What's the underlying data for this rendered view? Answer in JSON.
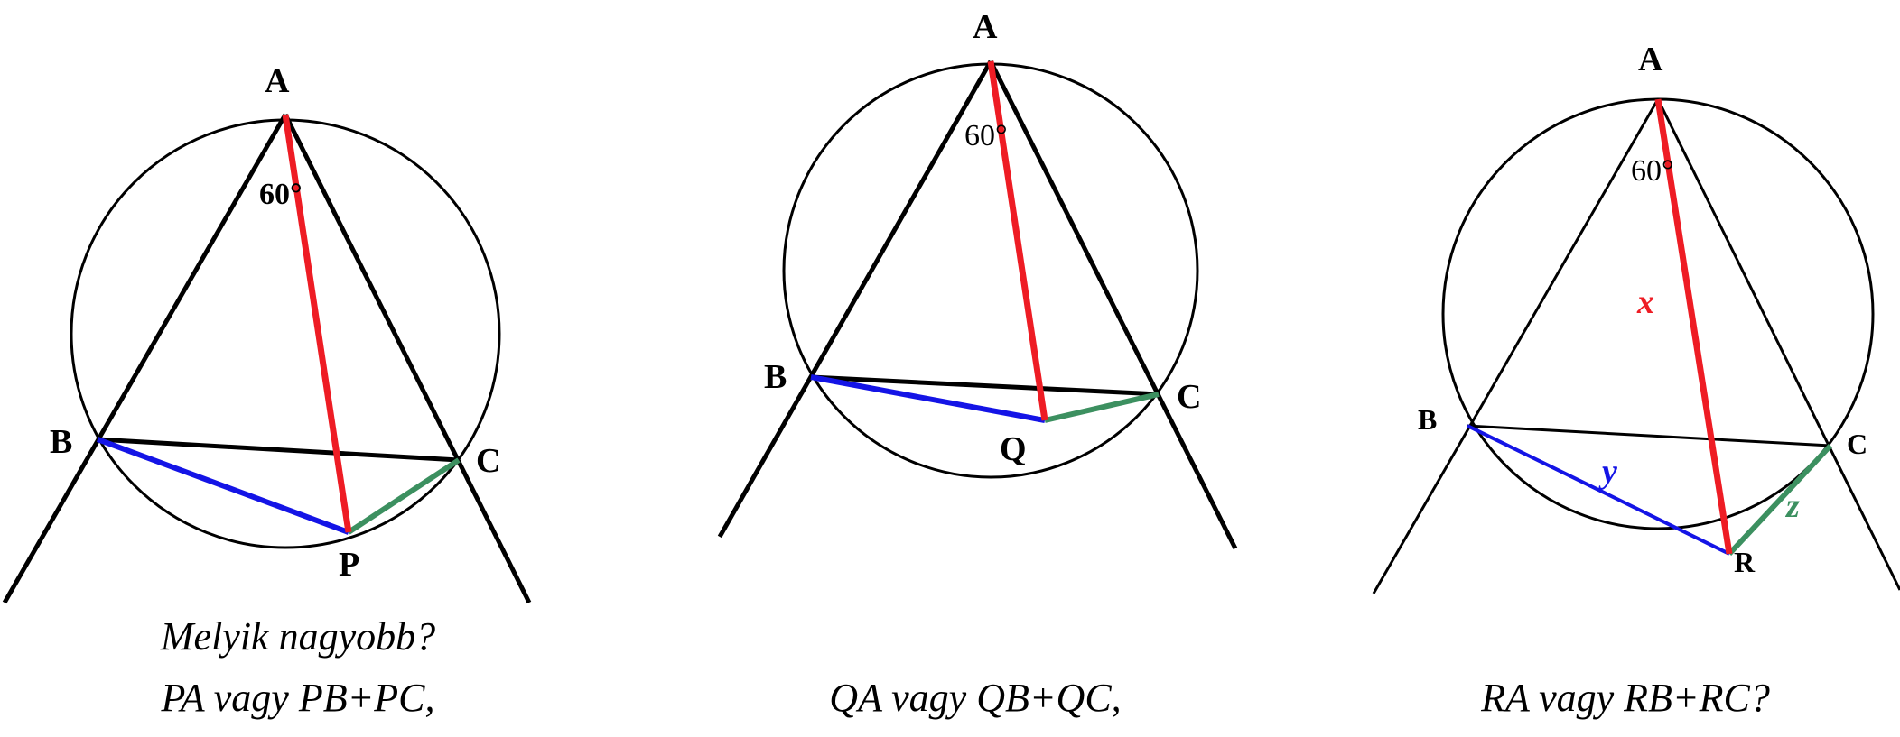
{
  "colors": {
    "line": "#000000",
    "pa": "#ee1c24",
    "pb": "#1414e6",
    "pc": "#3c9060"
  },
  "figures": [
    {
      "labels": {
        "A": "A",
        "B": "B",
        "C": "C",
        "P": "P"
      },
      "angle": "60°",
      "bold_angle": true
    },
    {
      "labels": {
        "A": "A",
        "B": "B",
        "C": "C",
        "P": "Q"
      },
      "angle": "60°",
      "bold_angle": false
    },
    {
      "labels": {
        "A": "A",
        "B": "B",
        "C": "C",
        "P": "R"
      },
      "angle": "60°",
      "bold_angle": false,
      "vars": {
        "x": "x",
        "y": "y",
        "z": "z"
      }
    }
  ],
  "captions": {
    "question": "Melyik nagyobb?",
    "p": "PA vagy PB+PC,",
    "q": "QA vagy QB+QC,",
    "r": "RA vagy RB+RC?"
  }
}
